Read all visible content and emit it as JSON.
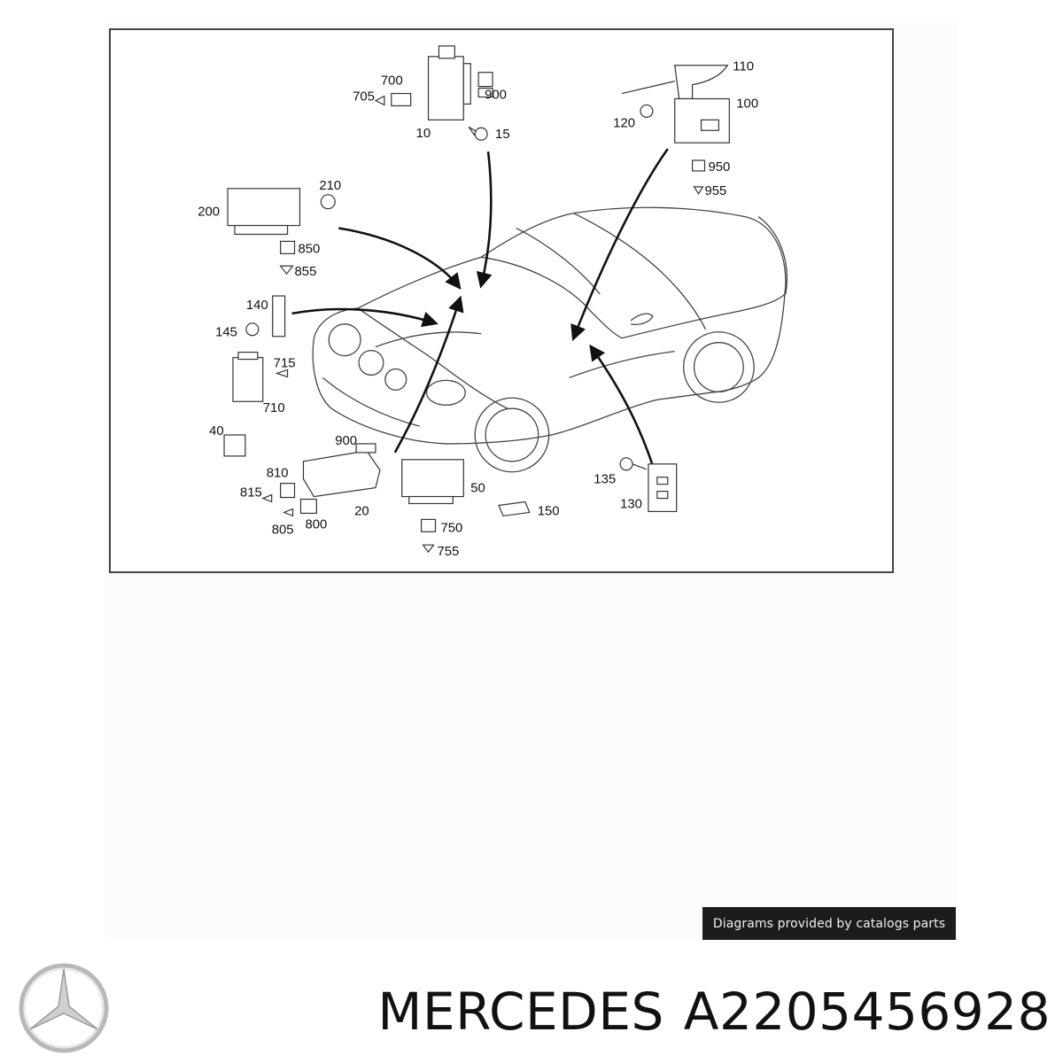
{
  "diagram": {
    "labels": {
      "p10": "10",
      "p15": "15",
      "p700": "700",
      "p705": "705",
      "p900a": "900",
      "p110": "110",
      "p100": "100",
      "p120": "120",
      "p950": "950",
      "p955": "955",
      "p200": "200",
      "p210": "210",
      "p850": "850",
      "p855": "855",
      "p140": "140",
      "p145": "145",
      "p715": "715",
      "p710": "710",
      "p40": "40",
      "p900b": "900",
      "p810": "810",
      "p815": "815",
      "p805": "805",
      "p800": "800",
      "p20": "20",
      "p50": "50",
      "p750": "750",
      "p755": "755",
      "p150": "150",
      "p135": "135",
      "p130": "130"
    }
  },
  "footer": {
    "credit": "Diagrams provided by catalogs parts",
    "brand": "MERCEDES",
    "part_number": "A2205456928"
  },
  "colors": {
    "credit_bg": "#1c1c1c",
    "line": "#222222"
  }
}
